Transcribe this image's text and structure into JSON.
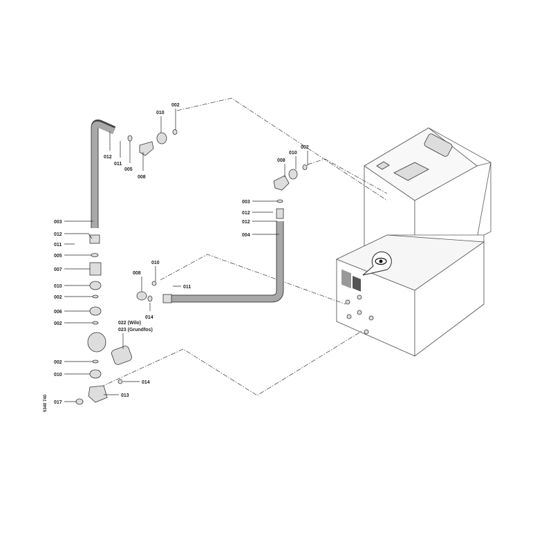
{
  "diagram": {
    "drawing_code": "5340 740",
    "labels": [
      "003",
      "012",
      "011",
      "005",
      "007",
      "010",
      "002",
      "006",
      "002",
      "002",
      "010",
      "017",
      "012",
      "011",
      "005",
      "008",
      "010",
      "002",
      "008",
      "010",
      "002",
      "003",
      "012",
      "012",
      "004",
      "010",
      "008",
      "011",
      "014",
      "022 (Wilo)",
      "023 (Grundfos)",
      "014",
      "013"
    ],
    "view_icon": "eye-icon"
  }
}
